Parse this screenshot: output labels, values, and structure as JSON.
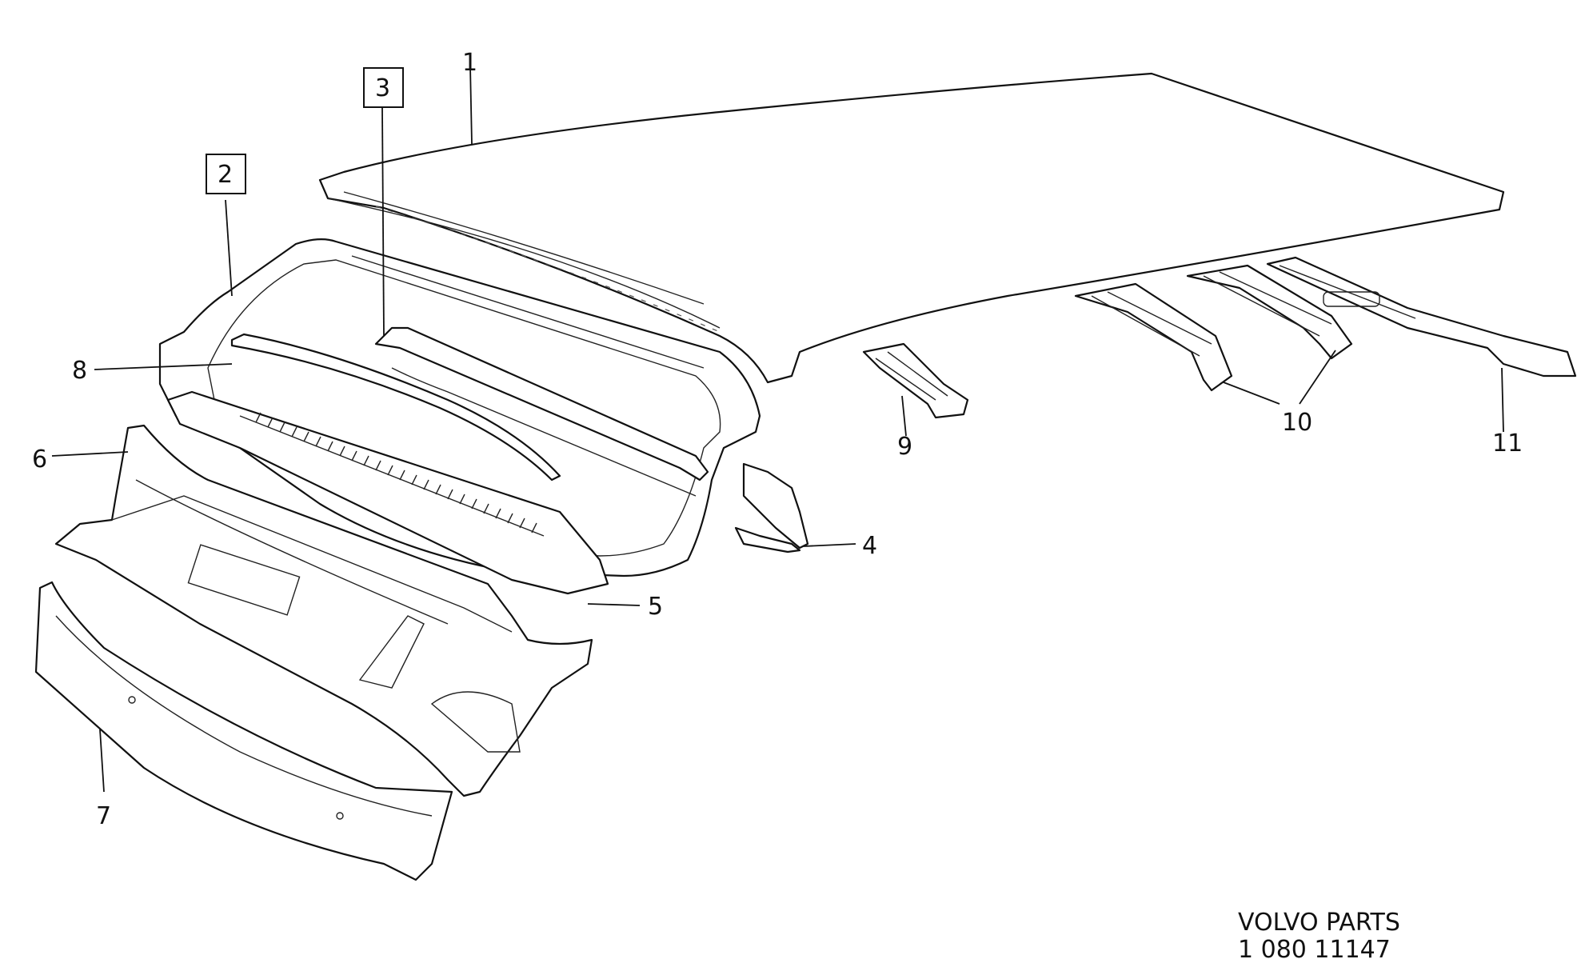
{
  "callouts": [
    {
      "id": "1",
      "text": "1",
      "boxed": false
    },
    {
      "id": "2",
      "text": "2",
      "boxed": true
    },
    {
      "id": "3",
      "text": "3",
      "boxed": true
    },
    {
      "id": "4",
      "text": "4",
      "boxed": false
    },
    {
      "id": "5",
      "text": "5",
      "boxed": false
    },
    {
      "id": "6",
      "text": "6",
      "boxed": false
    },
    {
      "id": "7",
      "text": "7",
      "boxed": false
    },
    {
      "id": "8",
      "text": "8",
      "boxed": false
    },
    {
      "id": "9",
      "text": "9",
      "boxed": false
    },
    {
      "id": "10",
      "text": "10",
      "boxed": false
    },
    {
      "id": "11",
      "text": "11",
      "boxed": false
    }
  ],
  "footer": {
    "line1": "VOLVO PARTS",
    "line2": "1 080 11147"
  }
}
